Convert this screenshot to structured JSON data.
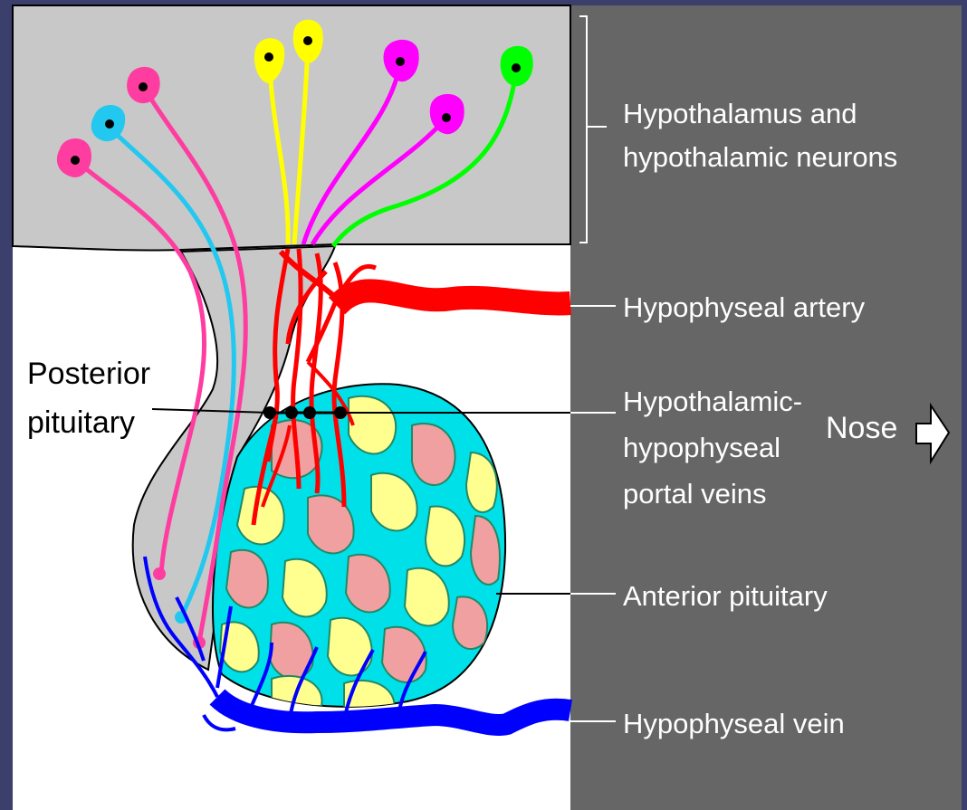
{
  "labels": {
    "hypothalamus_line1": "Hypothalamus and",
    "hypothalamus_line2": "hypothalamic neurons",
    "hypophyseal_artery": "Hypophyseal artery",
    "portal_line1": "Hypothalamic-",
    "portal_line2": "hypophyseal",
    "portal_line3": "portal veins",
    "nose": "Nose",
    "anterior_pituitary": "Anterior pituitary",
    "hypophyseal_vein": "Hypophyseal vein",
    "posterior_line1": "Posterior",
    "posterior_line2": "pituitary"
  },
  "icons": {
    "nose_arrow": "right-arrow-icon"
  },
  "colors": {
    "slide_background": "#3a3f6b",
    "diagram_background": "#ffffff",
    "label_panel": "#666666",
    "hypothalamus": "#c8c8c8",
    "artery": "#ff0000",
    "vein": "#0000ff",
    "neuron_pink": "#ff3ca0",
    "neuron_blue": "#22c8f0",
    "neuron_yellow": "#ffff00",
    "neuron_magenta": "#ff00ff",
    "neuron_green": "#00ff00",
    "cell_cyan": "#00e0e8",
    "cell_yellow": "#ffff90",
    "cell_pink": "#f0a0a0"
  }
}
